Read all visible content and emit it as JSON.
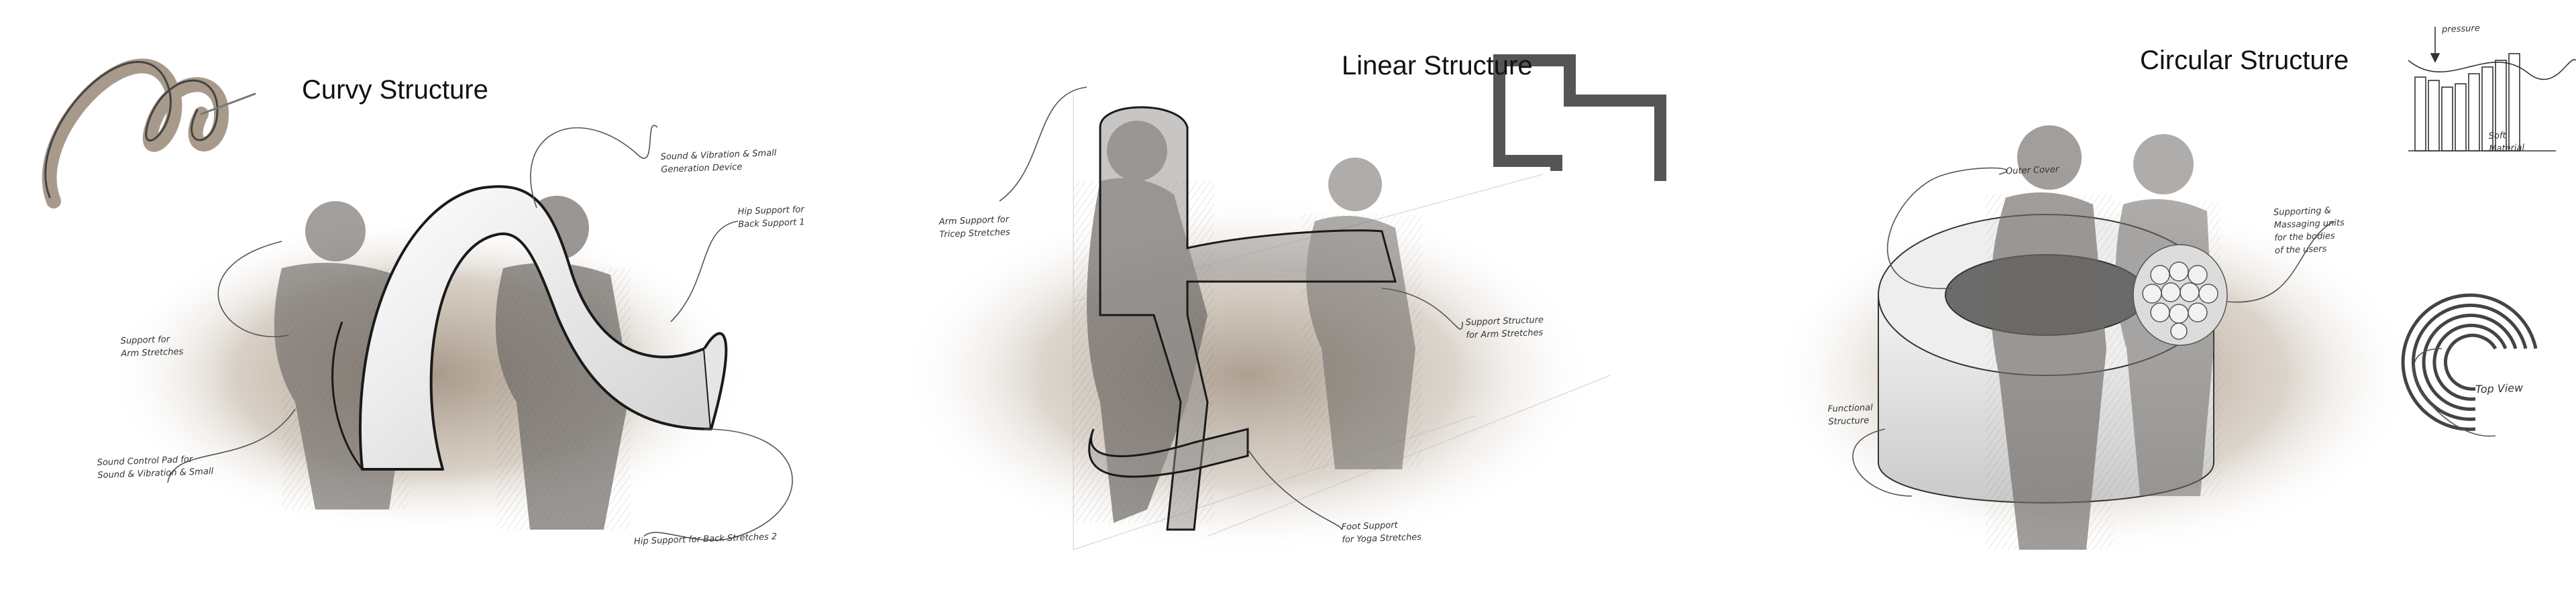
{
  "panels": [
    {
      "title": "Curvy Structure",
      "notes": [
        "Sound & Vibration & Small\nGeneration Device",
        "Hip Support for\nBack Support 1",
        "Support for\nArm Stretches",
        "Sound Control Pad for\nSound & Vibration & Small",
        "Hip Support for Back Stretches 2"
      ]
    },
    {
      "title": "Linear Structure",
      "notes": [
        "Arm Support for\nTricep Stretches",
        "Support Structure\nfor Arm Stretches",
        "Foot Support\nfor Yoga Stretches"
      ]
    },
    {
      "title": "Circular Structure",
      "notes": [
        "Outer Cover",
        "pressure",
        "Soft\nMaterial",
        "Supporting &\nMassaging units\nfor the bodies\nof the users",
        "Top View",
        "Functional\nStructure"
      ]
    }
  ],
  "colors": {
    "shadow": "#8a7763",
    "figure": "#6e6a66",
    "stroke": "#1a1a1a",
    "logo": "#555555"
  }
}
